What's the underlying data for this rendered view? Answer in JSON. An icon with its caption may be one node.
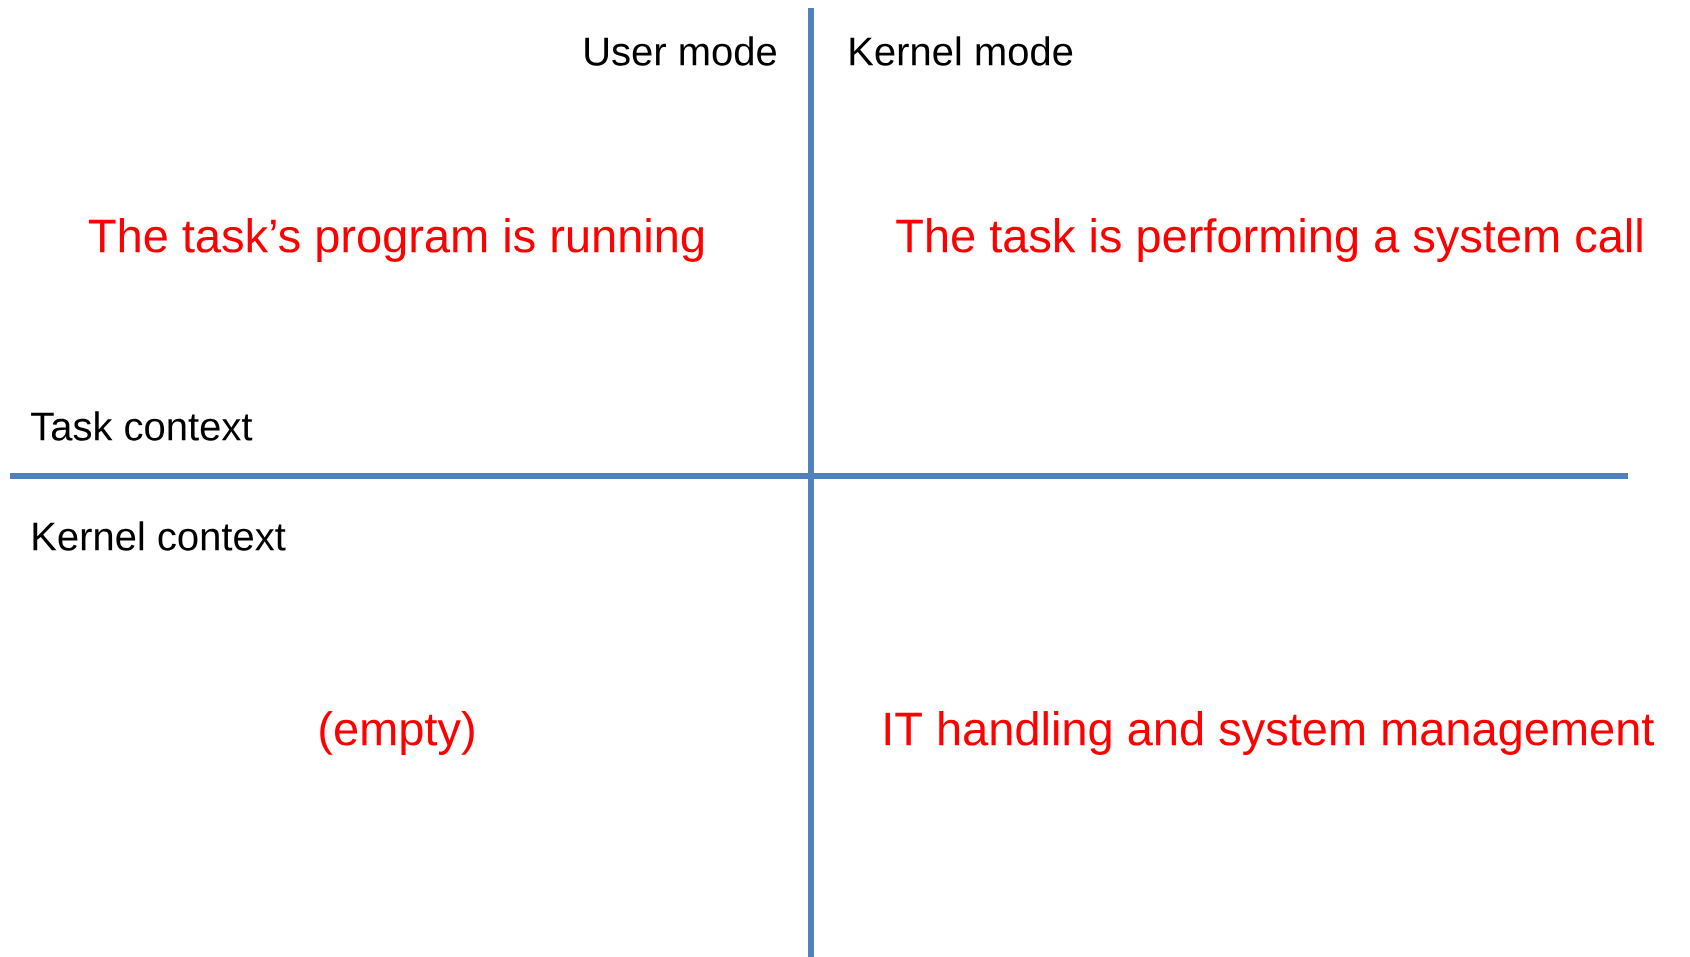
{
  "diagram": {
    "labels": [
      "User mode",
      "Kernel mode",
      "The task’s program is running",
      "The task is performing a system call",
      "Task context",
      "Kernel context",
      "(empty)",
      "IT handling and system management"
    ]
  }
}
